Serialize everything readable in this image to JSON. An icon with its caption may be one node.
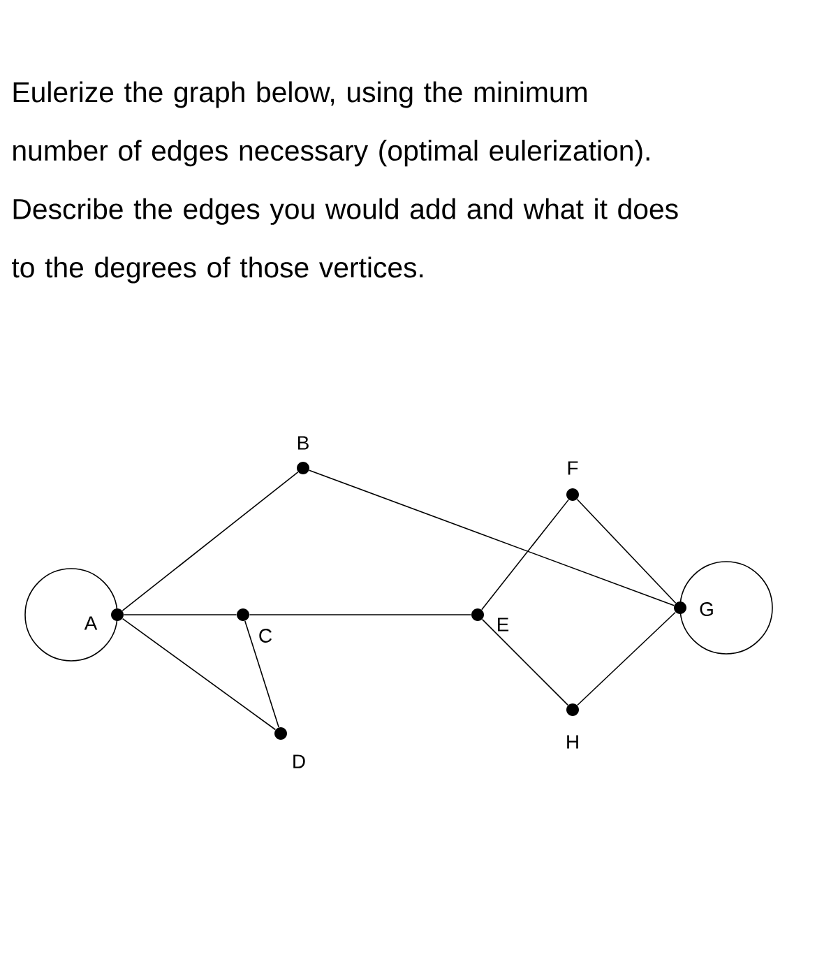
{
  "diagram": {
    "title": "Eulerize the graph below, using the minimum number of edges necessary (optimal eulerization). Describe the edges you would add and what it does to the degrees of those vertices.",
    "nodes": [
      {
        "text": [],
        "shape": "circle",
        "beside": [
          "A"
        ]
      },
      {
        "text": [],
        "shape": "circle",
        "beside": [
          "B"
        ]
      },
      {
        "text": [],
        "shape": "circle",
        "beside": [
          "C"
        ]
      },
      {
        "text": [],
        "shape": "circle",
        "beside": [
          "D"
        ]
      },
      {
        "text": [],
        "shape": "circle",
        "beside": [
          "E"
        ]
      },
      {
        "text": [],
        "shape": "circle",
        "beside": [
          "F"
        ]
      },
      {
        "text": [],
        "shape": "circle",
        "beside": [
          "G"
        ]
      },
      {
        "text": [],
        "shape": "circle",
        "beside": [
          "H"
        ]
      }
    ],
    "edges": [
      {
        "from": 0,
        "to": 0,
        "arrow": "none"
      },
      {
        "from": 0,
        "to": 1,
        "arrow": "none"
      },
      {
        "from": 0,
        "to": 2,
        "arrow": "none"
      },
      {
        "from": 0,
        "to": 3,
        "arrow": "none"
      },
      {
        "from": 2,
        "to": 3,
        "arrow": "none"
      },
      {
        "from": 2,
        "to": 4,
        "arrow": "none"
      },
      {
        "from": 1,
        "to": 6,
        "arrow": "none"
      },
      {
        "from": 4,
        "to": 5,
        "arrow": "none"
      },
      {
        "from": 4,
        "to": 7,
        "arrow": "none"
      },
      {
        "from": 5,
        "to": 6,
        "arrow": "none"
      },
      {
        "from": 7,
        "to": 6,
        "arrow": "none"
      },
      {
        "from": 6,
        "to": 6,
        "arrow": "none"
      }
    ]
  }
}
